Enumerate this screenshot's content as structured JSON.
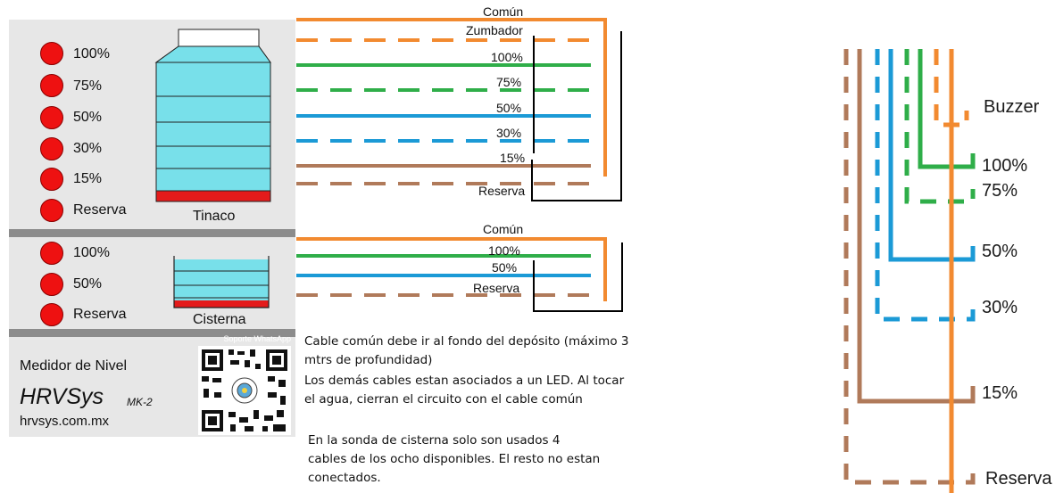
{
  "panel": {
    "tinaco": {
      "levels": [
        "100%",
        "75%",
        "50%",
        "30%",
        "15%",
        "Reserva"
      ],
      "tank_label": "Tinaco"
    },
    "cisterna": {
      "levels": [
        "100%",
        "50%",
        "Reserva"
      ],
      "tank_label": "Cisterna"
    },
    "footer": {
      "support": "Soporte WhatsApp",
      "title": "Medidor de Nivel",
      "brand": "HRVSys",
      "model": "MK-2",
      "website": "hrvsys.com.mx"
    }
  },
  "wiring_top": {
    "labels": [
      "Común",
      "Zumbador",
      "100%",
      "75%",
      "50%",
      "30%",
      "15%",
      "Reserva"
    ]
  },
  "wiring_bottom": {
    "labels": [
      "Común",
      "100%",
      "50%",
      "Reserva"
    ]
  },
  "notes": [
    "Cable común debe ir al fondo del depósito (máximo 3 mtrs de profundidad)",
    "Los demás cables estan asociados a un LED. Al tocar el agua, cierran el circuito con el cable común",
    "En la sonda de cisterna solo son usados 4 cables de los ocho disponibles. El resto no estan conectados."
  ],
  "probe": {
    "labels": [
      "Buzzer",
      "100%",
      "75%",
      "50%",
      "30%",
      "15%",
      "Reserva"
    ]
  },
  "colors": {
    "orange": "#f28a30",
    "green": "#2fae49",
    "blue": "#1b9ad6",
    "brown": "#b07a5a",
    "led_red": "#ee1111",
    "water": "#78e0ea",
    "reserve_bar": "#e41b1b"
  }
}
